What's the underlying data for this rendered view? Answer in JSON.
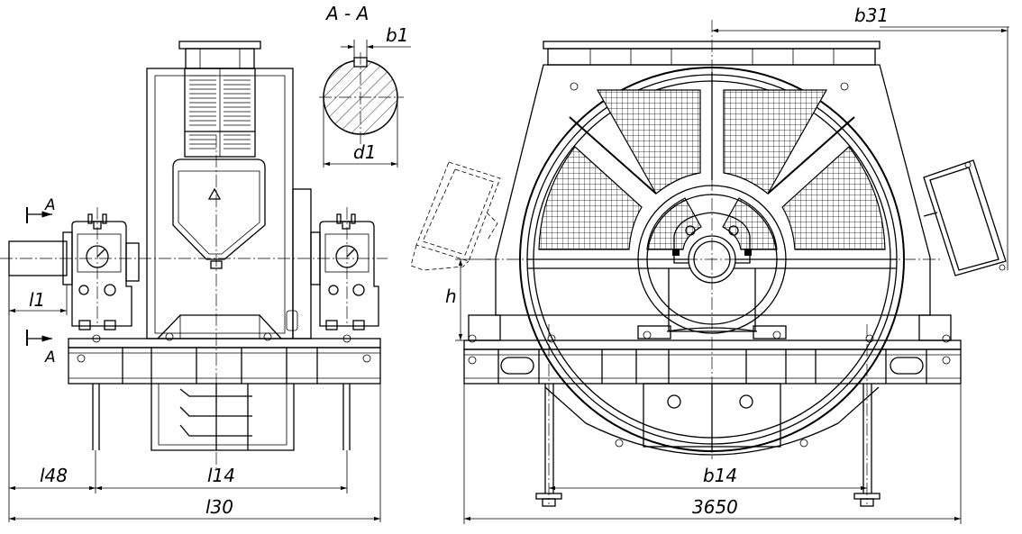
{
  "labels": {
    "section": "A - A",
    "b1": "b1",
    "d1": "d1",
    "b31": "b31",
    "a_top": "A",
    "a_bottom": "A",
    "l1": "l1",
    "h": "h",
    "l48": "l48",
    "l14": "l14",
    "l30": "l30",
    "b14": "b14",
    "width_3650": "3650"
  }
}
